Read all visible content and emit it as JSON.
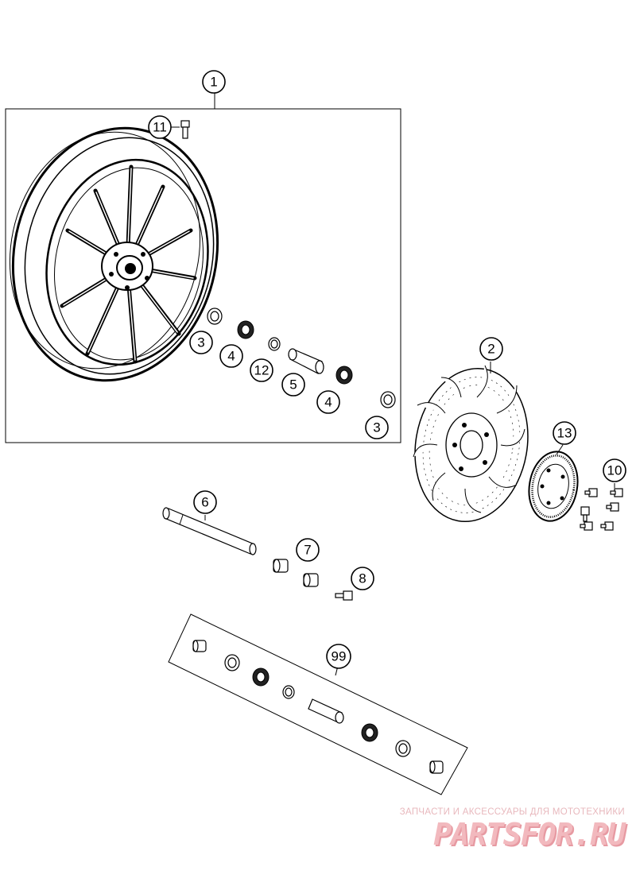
{
  "diagram": {
    "callouts": {
      "c1": "1",
      "c2": "2",
      "c3a": "3",
      "c3b": "3",
      "c4a": "4",
      "c4b": "4",
      "c5": "5",
      "c6": "6",
      "c7": "7",
      "c8": "8",
      "c10": "10",
      "c11": "11",
      "c12": "12",
      "c13": "13",
      "c99": "99"
    }
  },
  "watermark": {
    "tagline": "ЗАПЧАСТИ И АКСЕССУАРЫ ДЛЯ МОТОТЕХНИКИ",
    "logo": "PARTSFOR.RU"
  }
}
